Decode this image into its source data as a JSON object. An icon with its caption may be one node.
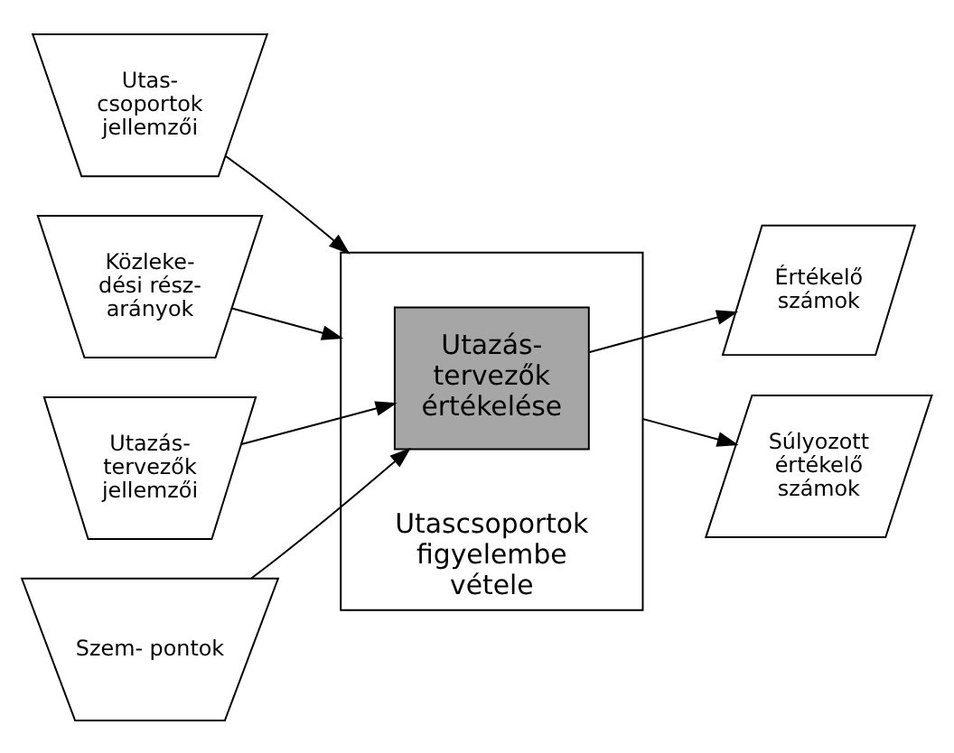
{
  "diagram": {
    "nodes": [
      {
        "text": [
          "Utas- csoportok jellemzői"
        ]
      },
      {
        "text": [
          "Közleke- dési rész- arányok"
        ]
      },
      {
        "text": [
          "Utazás- tervezők jellemzői"
        ]
      },
      {
        "text": [
          "Szem- pontok"
        ]
      },
      {
        "text": [
          "Utascsoportok figyelembe vétele"
        ]
      },
      {
        "text": [
          "Utazás- tervezők értékelése"
        ],
        "in": 4
      },
      {
        "text": [
          "Értékelő számok"
        ]
      },
      {
        "text": [
          "Súlyozott értékelő számok"
        ]
      }
    ],
    "edges": [
      {
        "from": 0,
        "to": 4,
        "arrow": "to"
      },
      {
        "from": 1,
        "to": 4,
        "arrow": "to"
      },
      {
        "from": 2,
        "to": 5,
        "arrow": "to"
      },
      {
        "from": 3,
        "to": 5,
        "arrow": "to"
      },
      {
        "from": 5,
        "to": 6,
        "arrow": "to"
      },
      {
        "from": 4,
        "to": 7,
        "arrow": "to"
      }
    ]
  }
}
